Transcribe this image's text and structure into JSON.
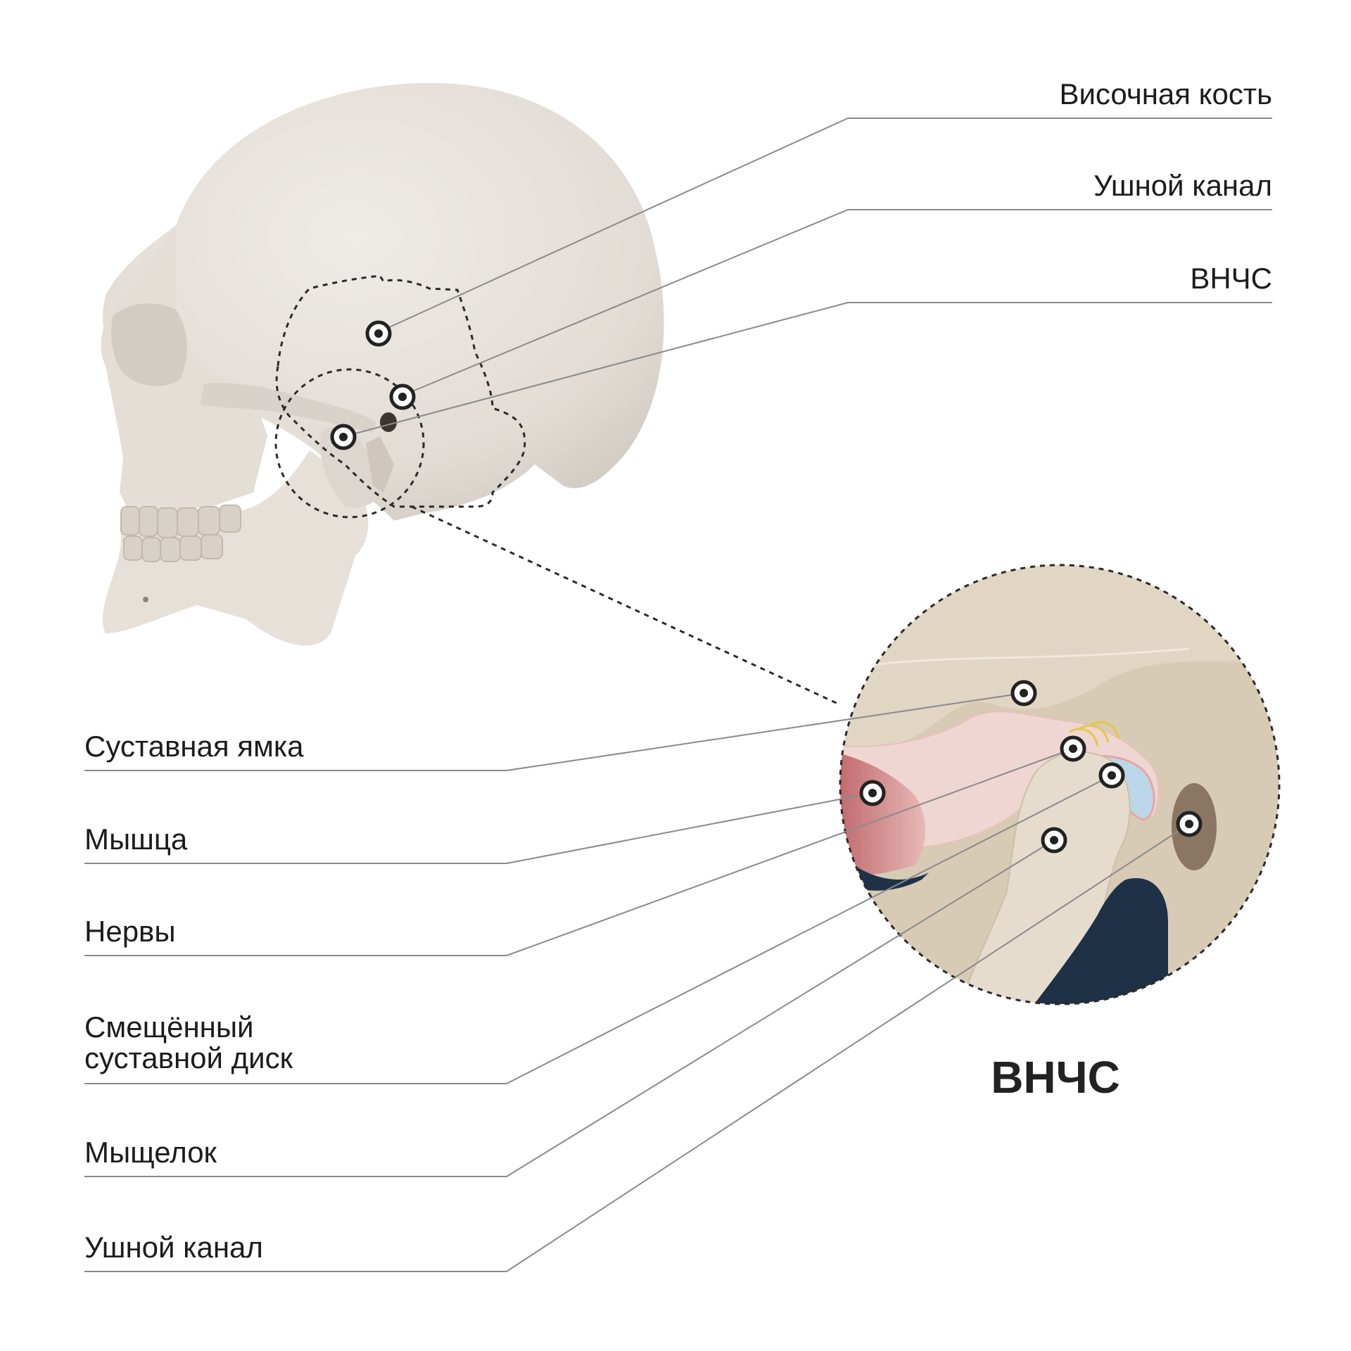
{
  "title": "ВНЧС",
  "skull_labels": [
    {
      "text": "Височная кость"
    },
    {
      "text": "Ушной канал"
    },
    {
      "text": "ВНЧС"
    }
  ],
  "detail_labels": [
    {
      "text": "Суставная ямка"
    },
    {
      "text": "Мышца"
    },
    {
      "text": "Нервы"
    },
    {
      "line1": "Смещённый",
      "line2": "суставной диск"
    },
    {
      "text": "Мыщелок"
    },
    {
      "text": "Ушной канал"
    }
  ],
  "colors": {
    "bone": "#e3ddd6",
    "detail_background": "#d8cbb5",
    "muscle": "#c87c7e",
    "disc": "#bcd6ea",
    "dark_cavity": "#1f3147",
    "ear_canal": "#8b7663"
  }
}
